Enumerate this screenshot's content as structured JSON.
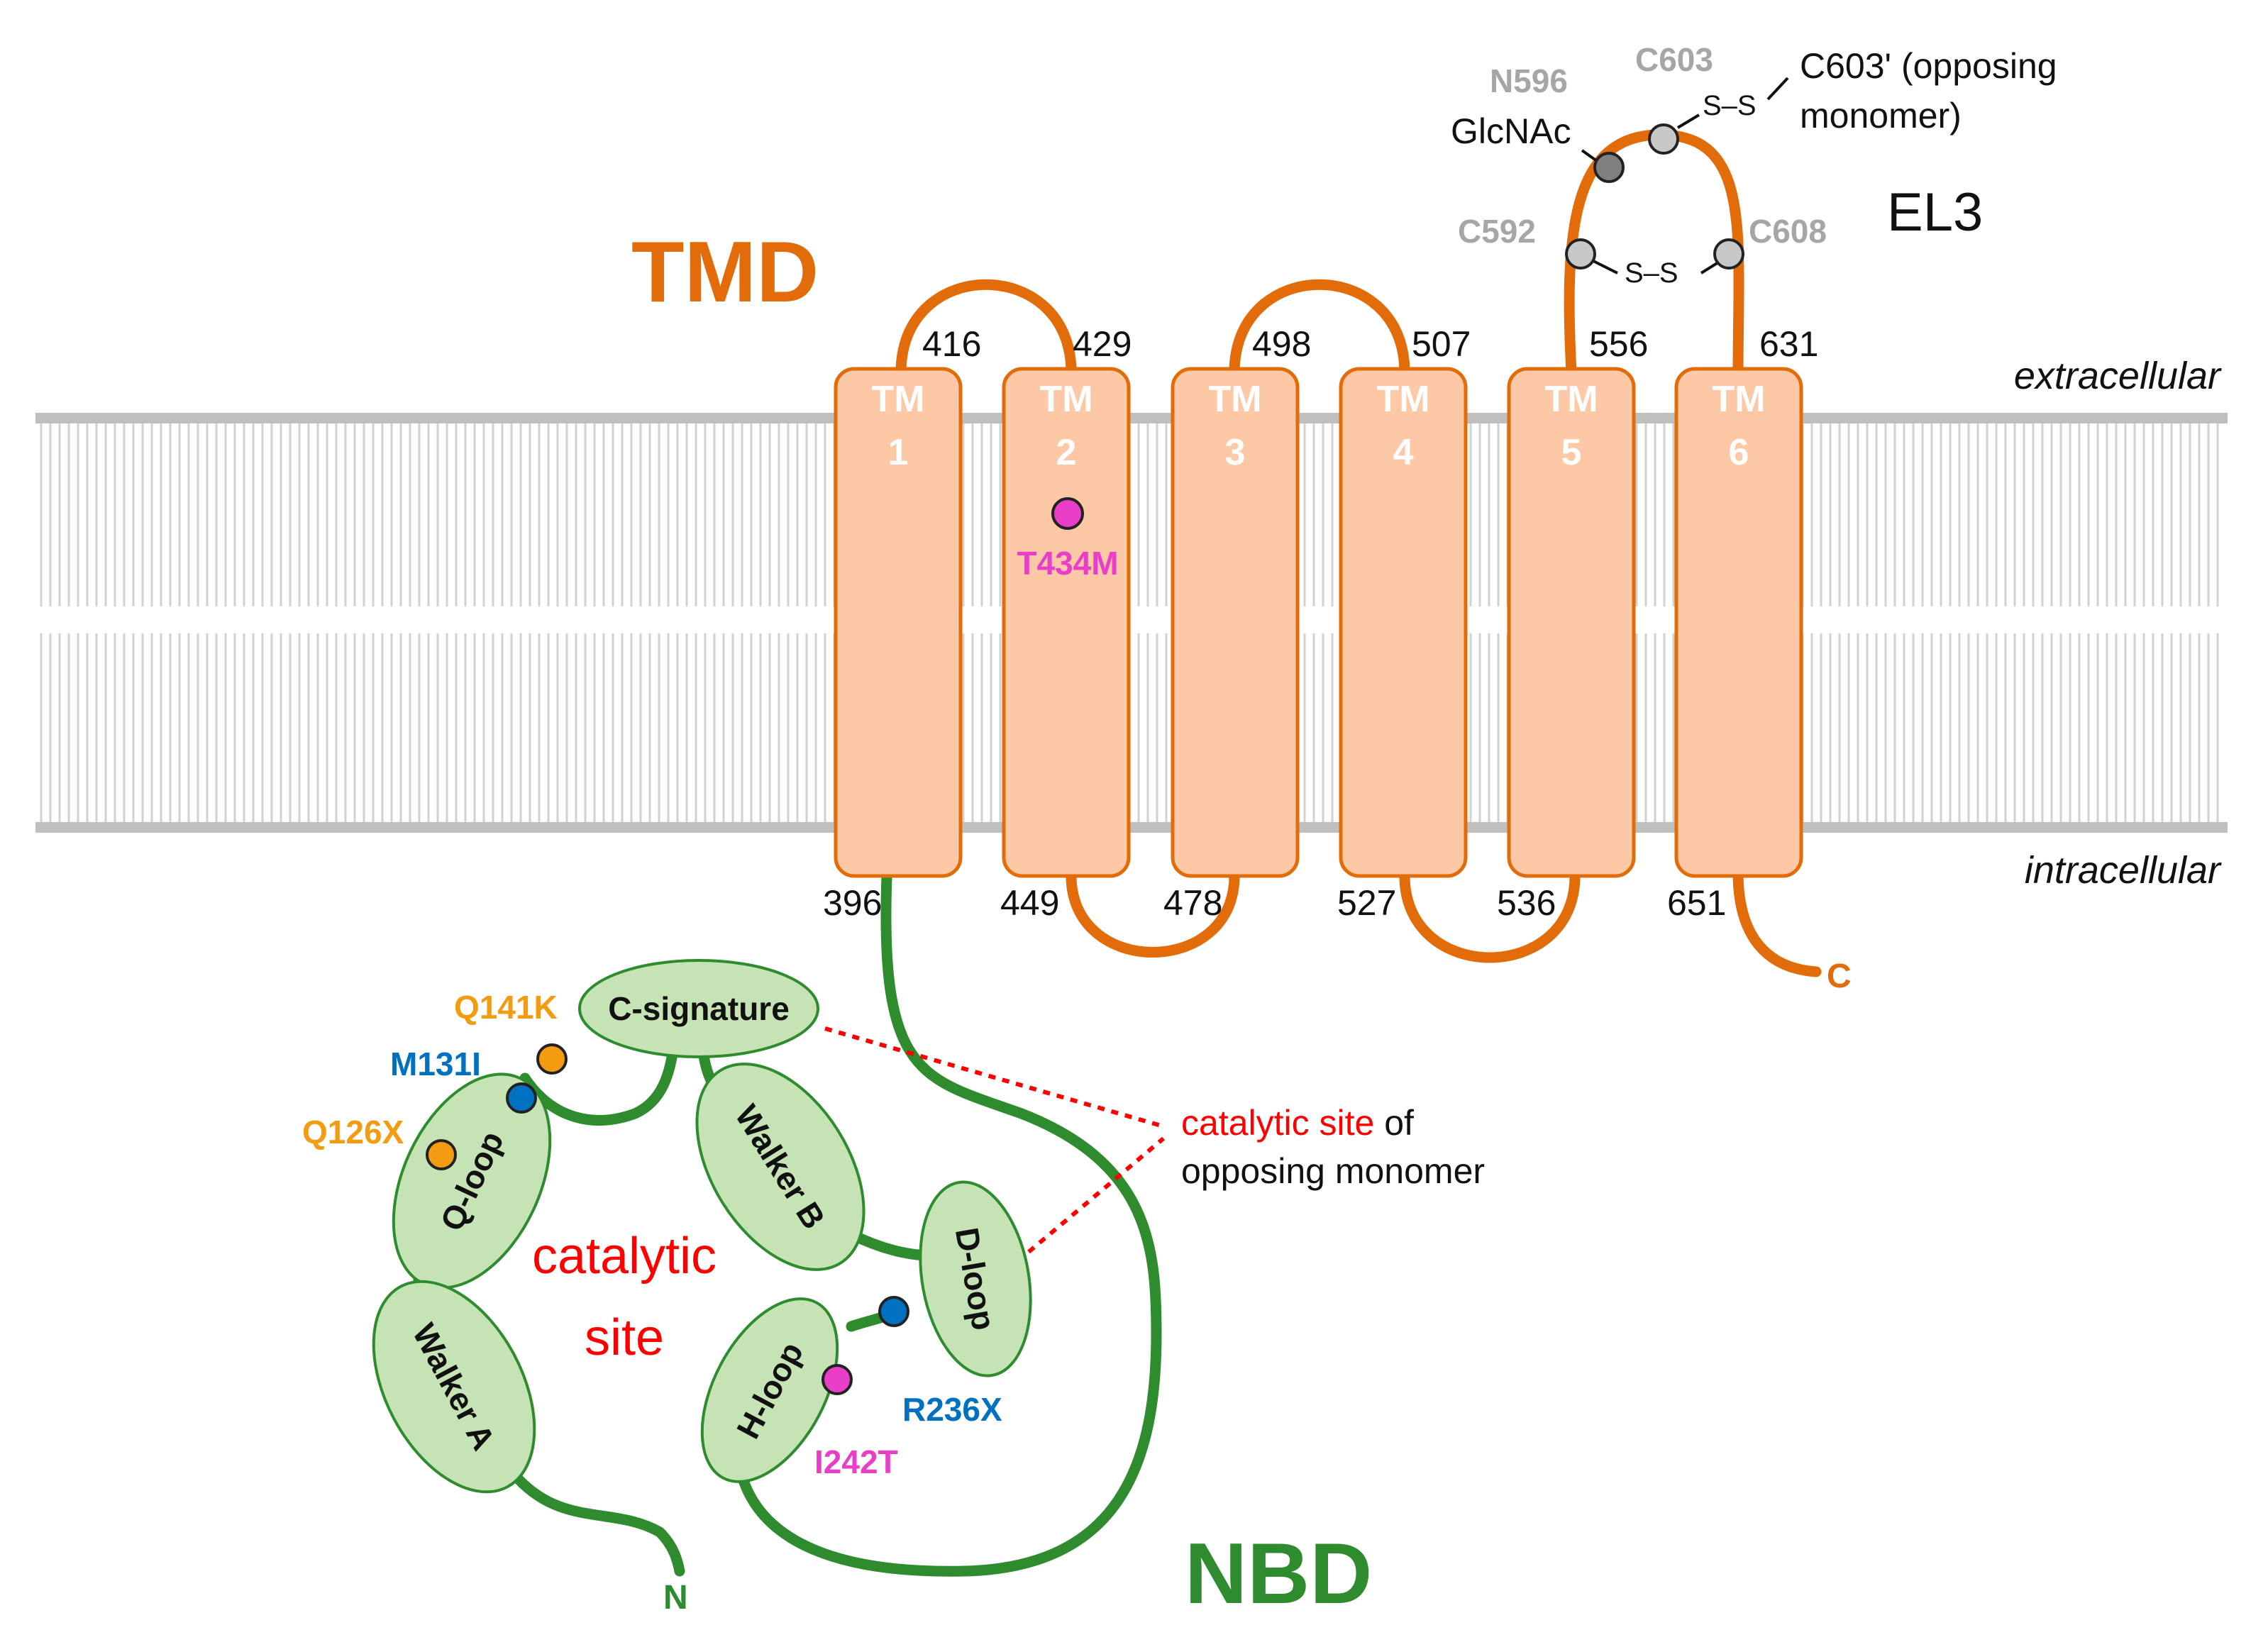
{
  "colors": {
    "tmd": "#e26b0a",
    "nbd": "#2e8b2e",
    "tm_fill": "#fcc8a6",
    "tm_stroke": "#e26b0a",
    "domain_fill": "#c5e3b5",
    "membrane": "#c0c0c0",
    "red": "#ff0000",
    "orange_mut": "#f39c12",
    "blue_mut": "#0070c0",
    "pink_mut": "#e83ec8",
    "grey_text": "#a6a6a6"
  },
  "titles": {
    "tmd": "TMD",
    "nbd": "NBD",
    "el3": "EL3"
  },
  "membrane": {
    "extracellular": "extracellular",
    "intracellular": "intracellular"
  },
  "tm_helices": [
    {
      "line1": "TM",
      "line2": "1"
    },
    {
      "line1": "TM",
      "line2": "2"
    },
    {
      "line1": "TM",
      "line2": "3"
    },
    {
      "line1": "TM",
      "line2": "4"
    },
    {
      "line1": "TM",
      "line2": "5"
    },
    {
      "line1": "TM",
      "line2": "6"
    }
  ],
  "residue_numbers": {
    "r416": "416",
    "r429": "429",
    "r498": "498",
    "r507": "507",
    "r556": "556",
    "r631": "631",
    "r396": "396",
    "r449": "449",
    "r478": "478",
    "r527": "527",
    "r536": "536",
    "r651": "651"
  },
  "termini": {
    "c": "C",
    "n": "N"
  },
  "el3_sites": {
    "n596": "N596",
    "glcnac": "GlcNAc",
    "c603": "C603",
    "c603_prime_line1": "C603ʹ (opposing",
    "c603_prime_line2": "monomer)",
    "c592": "C592",
    "c608": "C608",
    "ss_top": "S–S",
    "ss_mid": "S–S"
  },
  "mutations": {
    "t434m": "T434M",
    "q141k": "Q141K",
    "m131i": "M131I",
    "q126x": "Q126X",
    "r236x": "R236X",
    "i242t": "I242T"
  },
  "nbd_domains": {
    "c_signature": "C-signature",
    "q_loop": "Q-loop",
    "walker_a": "Walker A",
    "walker_b": "Walker B",
    "d_loop": "D-loop",
    "h_loop": "H-loop"
  },
  "catalytic_center": {
    "line1": "catalytic",
    "line2": "site"
  },
  "opposing_note": {
    "red_part": "catalytic site",
    "black_part": " of",
    "line2": "opposing monomer"
  }
}
